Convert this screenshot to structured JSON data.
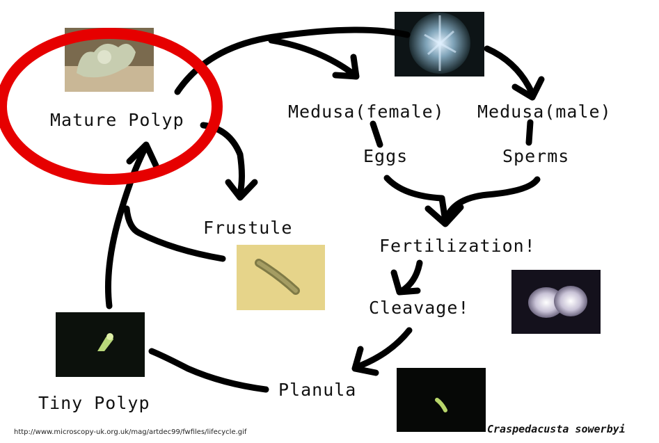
{
  "stages": {
    "mature_polyp": "Mature Polyp",
    "medusa_female": "Medusa(female)",
    "medusa_male": "Medusa(male)",
    "eggs": "Eggs",
    "sperms": "Sperms",
    "frustule": "Frustule",
    "fertilization": "Fertilization!",
    "cleavage": "Cleavage!",
    "tiny_polyp": "Tiny Polyp",
    "planula": "Planula"
  },
  "footer": {
    "source_url": "http://www.microscopy-uk.org.uk/mag/artdec99/fwfiles/lifecycle.gif",
    "species": "Craspedacusta sowerbyi"
  },
  "colors": {
    "highlight_circle": "#e60000",
    "arrows": "#000000"
  }
}
